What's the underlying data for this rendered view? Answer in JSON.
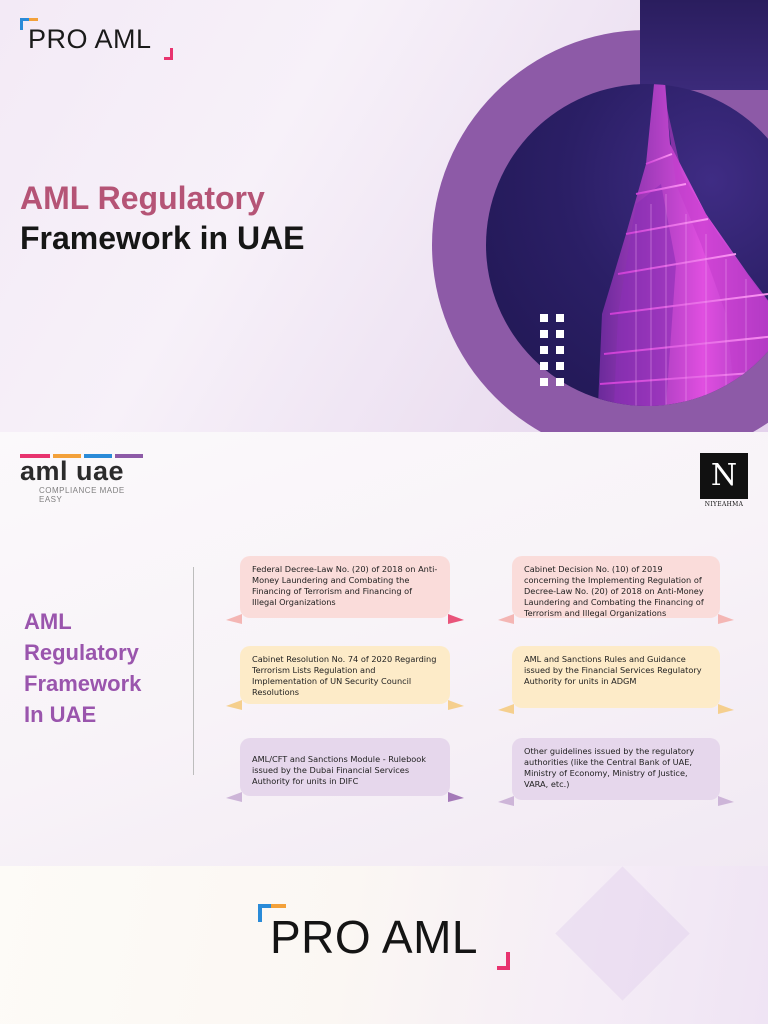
{
  "header": {
    "logo_text": "PRO AML",
    "title_line1": "AML Regulatory",
    "title_line2": "Framework in UAE"
  },
  "infographic": {
    "brand": {
      "name": "aml uae",
      "tagline": "COMPLIANCE MADE EASY",
      "bar_colors": [
        "#e8336f",
        "#f3a13a",
        "#2a8bd8",
        "#8d5aa7"
      ]
    },
    "partner": {
      "letter": "N",
      "name": "NIYEAHMA"
    },
    "title_lines": [
      "AML",
      "Regulatory",
      "Framework",
      "In UAE"
    ],
    "cards": [
      {
        "text": "Federal Decree-Law No. (20) of 2018 on Anti-Money Laundering and Combating the Financing of Terrorism and Financing of Illegal Organizations",
        "color": "#fadcda"
      },
      {
        "text": "Cabinet Decision No. (10) of 2019 concerning the Implementing Regulation of Decree-Law No. (20) of 2018 on Anti-Money Laundering and Combating the Financing of Terrorism and Illegal Organizations",
        "color": "#fadcda"
      },
      {
        "text": "Cabinet Resolution No. 74 of 2020 Regarding Terrorism Lists Regulation and Implementation of UN Security Council Resolutions",
        "color": "#fdebc8"
      },
      {
        "text": "AML and Sanctions Rules and Guidance issued by the Financial Services Regulatory Authority for units in ADGM",
        "color": "#fdebc8"
      },
      {
        "text": "AML/CFT and Sanctions Module - Rulebook issued by the Dubai Financial Services Authority for units in DIFC",
        "color": "#e6d7ec"
      },
      {
        "text": "Other guidelines issued by the regulatory authorities (like the Central Bank of UAE, Ministry of Economy, Ministry of Justice, VARA, etc.)",
        "color": "#e6d7ec"
      }
    ]
  },
  "footer": {
    "logo_text": "PRO AML"
  },
  "colors": {
    "accent_purple": "#8d5aa7",
    "title_rose": "#b55476",
    "title_purple": "#9a55ad",
    "bracket_blue": "#2a8bd8",
    "bracket_orange": "#f3a13a",
    "bracket_pink": "#e8336f"
  }
}
